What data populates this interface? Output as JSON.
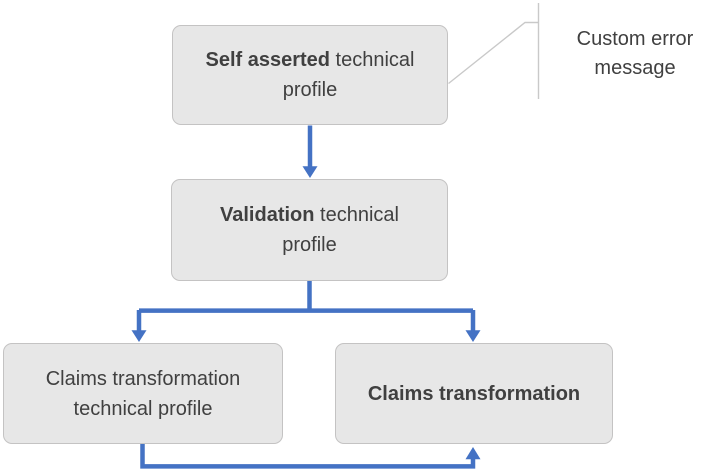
{
  "diagram": {
    "nodes": [
      {
        "id": "self-asserted-technical-profile",
        "bold_text": "Self asserted",
        "regular_text": " technical profile"
      },
      {
        "id": "validation-technical-profile",
        "bold_text": "Validation",
        "regular_text": " technical profile"
      },
      {
        "id": "claims-transformation-technical-profile",
        "bold_text": "",
        "regular_text": "Claims transformation technical profile"
      },
      {
        "id": "claims-transformation",
        "bold_text": "Claims transformation",
        "regular_text": ""
      }
    ],
    "callout": {
      "label": "Custom error message",
      "attached_to": "self-asserted-technical-profile"
    },
    "edges": [
      {
        "from": "self-asserted-technical-profile",
        "to": "validation-technical-profile",
        "style": "arrow"
      },
      {
        "from": "validation-technical-profile",
        "to": "claims-transformation-technical-profile",
        "style": "arrow"
      },
      {
        "from": "validation-technical-profile",
        "to": "claims-transformation",
        "style": "arrow"
      },
      {
        "from": "claims-transformation-technical-profile",
        "to": "claims-transformation",
        "style": "arrow"
      }
    ],
    "colors": {
      "arrow": "#4472C4",
      "box_fill": "#E7E7E7",
      "box_border": "#C4C3C3",
      "text": "#404040",
      "leader_line": "#C9C9C9",
      "background": "#FFFFFF"
    }
  }
}
